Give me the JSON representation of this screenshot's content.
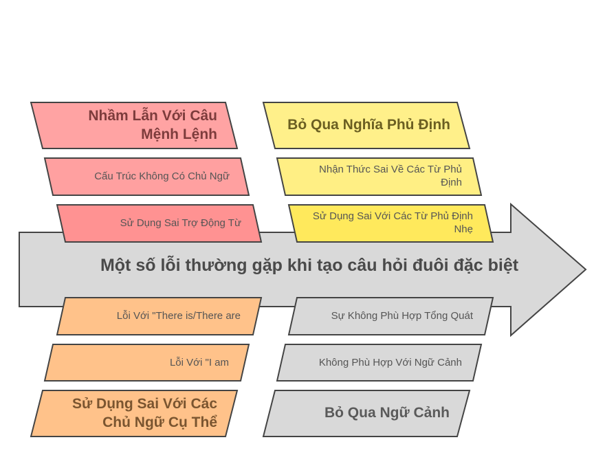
{
  "title": "Một số lỗi thường gặp khi tạo câu hỏi đuôi đặc biệt",
  "colors": {
    "red": "#ffa3a3",
    "yellow": "#fff08a",
    "orange": "#ffc28a",
    "gray": "#d9d9d9",
    "arrow": "#d9d9d9",
    "stroke": "#3d3d3d"
  },
  "categories": [
    {
      "heading": "Nhầm Lẫn Với Câu Mệnh Lệnh",
      "items": [
        "Cấu Trúc Không Có Chủ Ngữ",
        "Sử Dụng Sai Trợ Động Từ"
      ]
    },
    {
      "heading": "Bỏ Qua Nghĩa Phủ Định",
      "items": [
        "Nhận Thức Sai Về Các Từ Phủ Định",
        "Sử Dụng Sai Với Các Từ Phủ Định Nhẹ"
      ]
    },
    {
      "heading": "Sử Dụng Sai Với Các Chủ Ngữ Cụ Thể",
      "items": [
        "Lỗi Với \"There is/There are",
        "Lỗi Với \"I am"
      ]
    },
    {
      "heading": "Bỏ Qua Ngữ Cảnh",
      "items": [
        "Sự Không Phù Hợp Tổng Quát",
        "Không Phù Hợp Với Ngữ Cảnh"
      ]
    }
  ]
}
